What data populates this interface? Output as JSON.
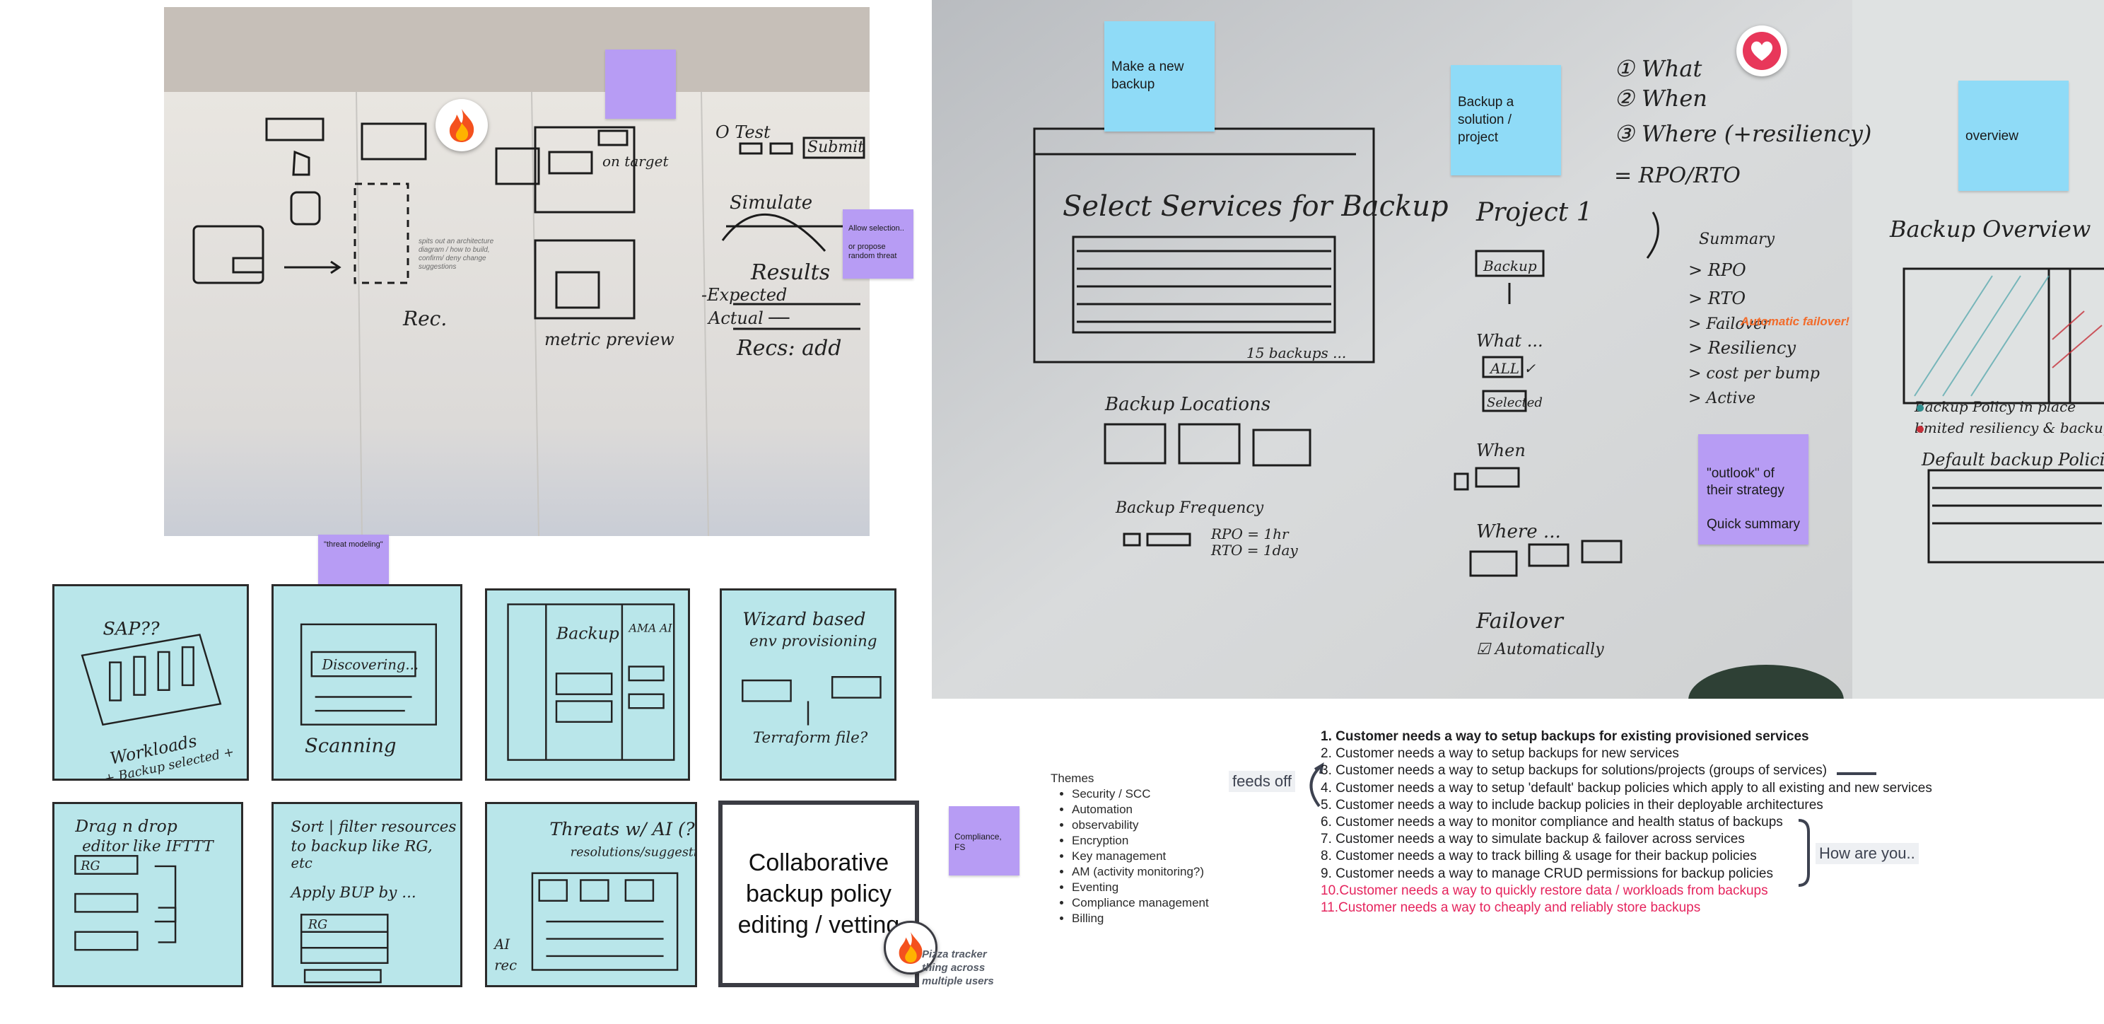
{
  "notes": {
    "make_new_backup": "Make a new backup",
    "backup_solution": "Backup a solution / project",
    "overview": "overview",
    "allow_selection": "Allow selection..\n\nor propose random threat",
    "threat_modeling": "\"threat modeling\"",
    "outlook": "\"outlook\" of their strategy\n\nQuick summary",
    "compliance": "Compliance, FS",
    "collaborative": "Collaborative backup policy editing / vetting",
    "pizza_tracker": "Pizza tracker thing across multiple users"
  },
  "annotations": {
    "automatic_failover": "Automatic failover!",
    "architecture_caption": "spits out an architecture diagram / how to build, confirm/ deny change suggestions",
    "feeds_off": "feeds off",
    "how_are_you": "How are you.."
  },
  "themes": {
    "title": "Themes",
    "items": [
      "Security / SCC",
      "Automation",
      "observability",
      "Encryption",
      "Key management",
      "AM (activity monitoring?)",
      "Eventing",
      "Compliance management",
      "Billing"
    ]
  },
  "requirements": [
    {
      "num": "1.",
      "text": "Customer needs a way to setup backups for existing provisioned services",
      "style": "bold"
    },
    {
      "num": "2.",
      "text": "Customer needs a way to setup backups for new services",
      "style": "normal"
    },
    {
      "num": "3.",
      "text": "Customer needs a way to setup backups for solutions/projects (groups of services)",
      "style": "normal"
    },
    {
      "num": "4.",
      "text": "Customer needs a way to setup 'default' backup policies which apply to all existing and new services",
      "style": "normal"
    },
    {
      "num": "5.",
      "text": "Customer needs a way to include backup policies in their deployable architectures",
      "style": "normal"
    },
    {
      "num": "6.",
      "text": "Customer needs a way to monitor compliance and health status of backups",
      "style": "normal"
    },
    {
      "num": "7.",
      "text": "Customer needs a way to simulate backup & failover across services",
      "style": "normal"
    },
    {
      "num": "8.",
      "text": "Customer needs a way to track billing & usage for their backup policies",
      "style": "normal"
    },
    {
      "num": "9.",
      "text": "Customer needs a way to manage CRUD permissions for backup policies",
      "style": "normal"
    },
    {
      "num": "10.",
      "text": "Customer needs a way to quickly restore data / workloads from backups",
      "style": "red"
    },
    {
      "num": "11.",
      "text": "Customer needs a way to cheaply and reliably store backups",
      "style": "red"
    }
  ],
  "reactions": {
    "fire_icon": "fire-emoji-icon",
    "heart_icon": "heart-icon",
    "heart_color": "#e8375a"
  },
  "colors": {
    "sticky_blue": "#8fdbf7",
    "sticky_purple": "#b79cf4",
    "card_blue": "#b9e6ea",
    "accent_red": "#e5245d",
    "accent_orange": "#f26b2a"
  }
}
